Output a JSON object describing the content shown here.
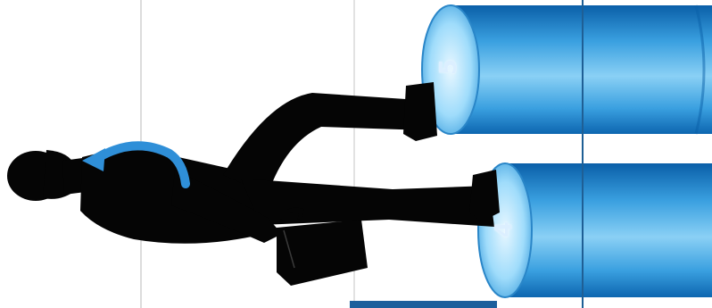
{
  "scene": {
    "steps": [
      {
        "label": "5"
      },
      {
        "label": "4"
      }
    ],
    "colors": {
      "step_light": "#cfeeff",
      "step_mid": "#3aa0e0",
      "step_dark": "#0a5fa8",
      "silhouette": "#050505",
      "arrow": "#2f8fd8",
      "gridline": "#b9b9b9",
      "axis_line": "#1f5f95",
      "background": "#ffffff"
    },
    "icons": [
      "businessman-silhouette",
      "briefcase-icon",
      "curved-arrow-icon"
    ]
  }
}
